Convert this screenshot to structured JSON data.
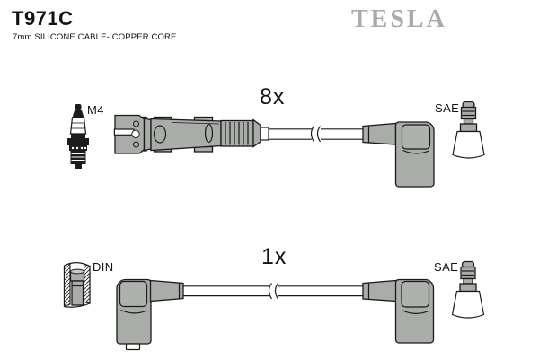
{
  "header": {
    "part_number": "T971C",
    "subtitle": "7mm SILICONE CABLE- COPPER CORE",
    "brand_logo": "TESLA"
  },
  "colors": {
    "part_gray": "#a9ada7",
    "part_gray_light": "#aeb2ac",
    "logo_gray": "#a8aba8",
    "outline": "#1a1a1a"
  },
  "diagram": {
    "row_top": {
      "plug_label": "M4",
      "qty_label": "8x",
      "terminal_label": "SAE",
      "icons": [
        "spark-plug-icon",
        "coil-connector-icon",
        "cable-break-icon",
        "spark-plug-boot-icon",
        "sae-terminal-icon"
      ]
    },
    "row_bottom": {
      "plug_label": "DIN",
      "qty_label": "1x",
      "terminal_label": "SAE",
      "icons": [
        "din-connector-icon",
        "spark-plug-boot-icon",
        "cable-break-icon",
        "sae-terminal-icon"
      ]
    }
  }
}
